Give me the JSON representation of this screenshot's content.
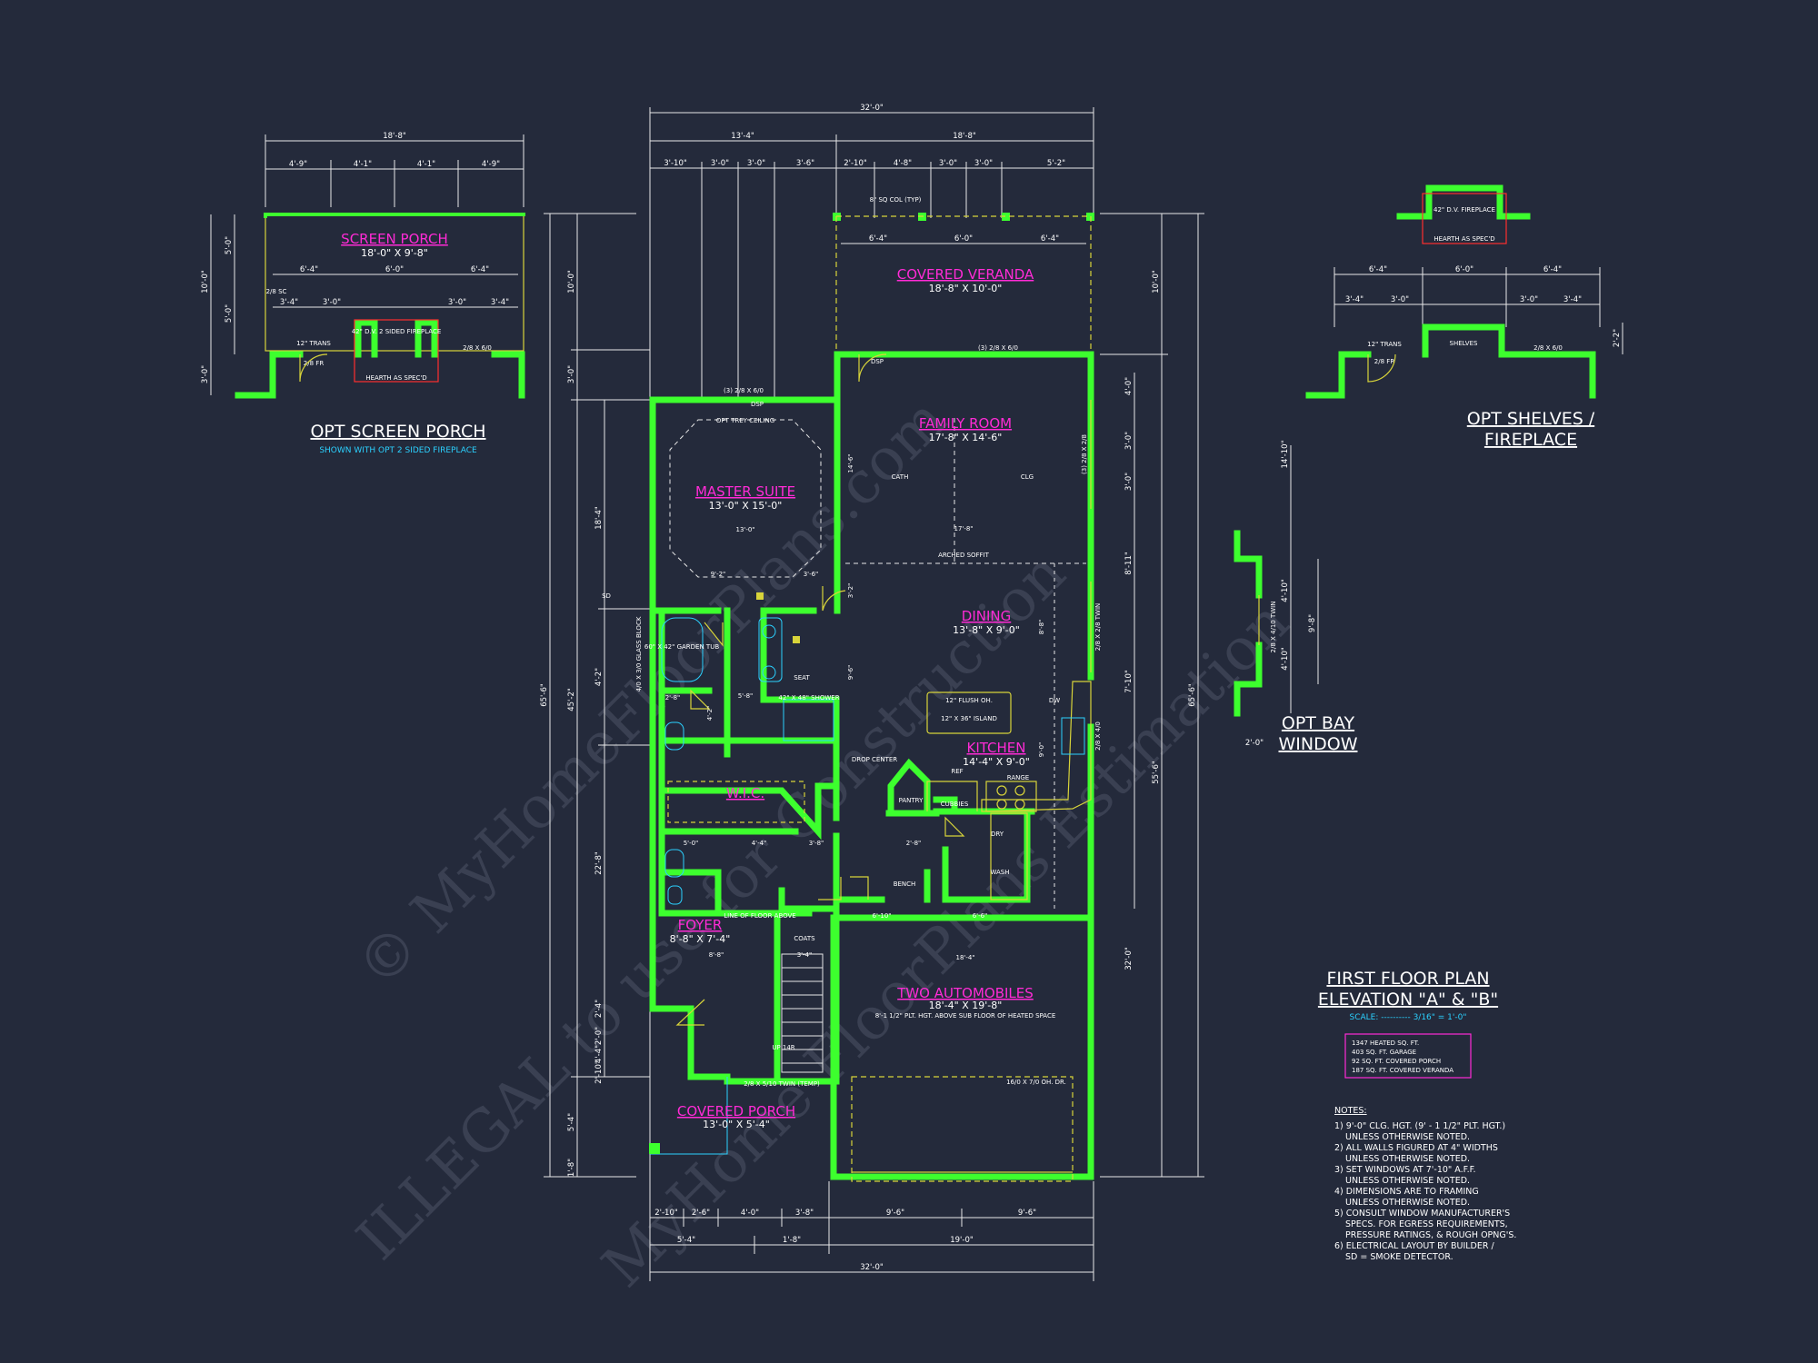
{
  "watermark": [
    "© MyHomeFloorPlans.com",
    "ILLEGAL to use for Construction",
    "MyHome FloorPlans Estimation"
  ],
  "colors": {
    "background": "#242a3b",
    "walls": "#3dff2e",
    "room_labels": "#ff2bd6",
    "dims": "#ffffff",
    "fixtures": "#2bd1ff",
    "cabinets": "#d8d43a",
    "fireplace": "#ff2e2e"
  },
  "screen_porch": {
    "title": "OPT SCREEN PORCH",
    "subtitle": "SHOWN WITH OPT 2 SIDED FIREPLACE",
    "room_name": "SCREEN PORCH",
    "room_size": "18'-0\" X 9'-8\"",
    "overall_dim": "18'-8\"",
    "dims_top": [
      "4'-9\"",
      "4'-1\"",
      "4'-1\"",
      "4'-9\""
    ],
    "dims_inner": [
      "6'-4\"",
      "6'-0\"",
      "6'-4\""
    ],
    "dims_inner2": [
      "3'-4\"",
      "3'-0\"",
      "3'-0\"",
      "3'-4\""
    ],
    "dims_left": [
      "10'-0\"",
      "5'-0\"",
      "5'-0\"",
      "3'-0\""
    ],
    "fireplace": "42\" D.V. 2 SIDED FIREPLACE",
    "hearth": "HEARTH AS SPEC'D",
    "door_sc": "2/8 SC",
    "trans": "12\" TRANS",
    "door_fr": "2/8 FR",
    "window": "2/8 X 6/0"
  },
  "shelves": {
    "title_line1": "OPT SHELVES /",
    "title_line2": "FIREPLACE",
    "fireplace": "42\" D.V. FIREPLACE",
    "hearth": "HEARTH AS SPEC'D",
    "shelves": "SHELVES",
    "dims_top": [
      "6'-4\"",
      "6'-0\"",
      "6'-4\""
    ],
    "dims_inner": [
      "3'-4\"",
      "3'-0\"",
      "3'-0\"",
      "3'-4\""
    ],
    "dim_right": "2'-2\"",
    "trans": "12\" TRANS",
    "door_fr": "2/8 FR",
    "window": "2/8 X 6/0"
  },
  "bay": {
    "title_line1": "OPT BAY",
    "title_line2": "WINDOW",
    "dims": [
      "14'-10\"",
      "4'-10\"",
      "9'-8\"",
      "4'-10\"",
      "2'-0\""
    ],
    "window": "2/8 X 4/10 TWIN"
  },
  "main": {
    "overall_top": "32'-0\"",
    "top_split": [
      "13'-4\"",
      "18'-8\""
    ],
    "top_dims": [
      "3'-10\"",
      "3'-0\"",
      "3'-0\"",
      "3'-6\"",
      "2'-10\"",
      "4'-8\"",
      "3'-0\"",
      "3'-0\"",
      "5'-2\""
    ],
    "bottom_dims": [
      "2'-10\"",
      "2'-6\"",
      "4'-0\"",
      "3'-8\"",
      "9'-6\"",
      "9'-6\""
    ],
    "bottom_split": [
      "5'-4\"",
      "1'-8\"",
      "19'-0\""
    ],
    "overall_bottom": "32'-0\"",
    "left_overall": "65'-6\"",
    "left_mid": "45'-2\"",
    "left_dims": [
      "10'-0\"",
      "3'-0\"",
      "18'-4\"",
      "4'-2\"",
      "22'-8\"",
      "4'-4\"",
      "5'-4\"",
      "1'-8\""
    ],
    "left_inner": [
      "2'-0\"",
      "2'-10\"",
      "2'-4\""
    ],
    "right_overall": "65'-6\"",
    "right_mid": "55'-6\"",
    "right_dims": [
      "10'-0\"",
      "4'-0\"",
      "3'-0\"",
      "3'-0\"",
      "8'-11\"",
      "7'-10\"",
      "32'-0\""
    ],
    "col_note": "8\" SQ COL (TYP)",
    "veranda_dims": [
      "6'-4\"",
      "6'-0\"",
      "6'-4\""
    ],
    "rooms": {
      "veranda": {
        "name": "COVERED VERANDA",
        "size": "18'-8\" X 10'-0\""
      },
      "family": {
        "name": "FAMILY ROOM",
        "size": "17'-8\" X 14'-6\""
      },
      "master": {
        "name": "MASTER SUITE",
        "size": "13'-0\" X 15'-0\""
      },
      "dining": {
        "name": "DINING",
        "size": "13'-8\" X 9'-0\""
      },
      "kitchen": {
        "name": "KITCHEN",
        "size": "14'-4\" X 9'-0\""
      },
      "wic": {
        "name": "W.I.C."
      },
      "foyer": {
        "name": "FOYER",
        "size": "8'-8\" X 7'-4\""
      },
      "garage": {
        "name": "TWO AUTOMOBILES",
        "size": "18'-4\" X 19'-8\"",
        "note": "8'-1 1/2\" PLT. HGT. ABOVE SUB FLOOR OF HEATED SPACE"
      },
      "porch": {
        "name": "COVERED PORCH",
        "size": "13'-0\" X 5'-4\""
      }
    },
    "labels": {
      "trey": "OPT TREY CEILING",
      "cath": "CATH",
      "clg": "CLG",
      "arched": "ARCHED SOFFIT",
      "tub": "60\" X 42\" GARDEN TUB",
      "shower": "42\" X 48\" SHOWER",
      "seat": "SEAT",
      "island": "12\" X 36\" ISLAND",
      "flush": "12\" FLUSH OH.",
      "drop": "DROP CENTER",
      "pantry": "PANTRY",
      "cubbies": "CUBBIES",
      "range": "RANGE",
      "ref": "REF",
      "dw": "DW",
      "dry": "DRY",
      "wash": "WASH",
      "bench": "BENCH",
      "coats": "COATS",
      "line_floor": "LINE OF FLOOR ABOVE",
      "up": "UP 14R",
      "garage_door": "16/0 X 7/0 OH. DR.",
      "front_door": "2/8 X 5/10 TWIN (TEMP)",
      "glass_block": "4/0 X 3/0 GLASS BLOCK",
      "sd": "SD",
      "dsp": "DSP",
      "master_window": "(3) 2/8 X 6/0",
      "family_window": "(3) 2/8 X 6/0",
      "side_window": "(3) 2/8 X 2/8",
      "dining_window": "2/8 X 2/8 TWIN",
      "kitchen_window": "2/8 X 4/0",
      "dim_13": "13'-0\"",
      "dim_178": "17'-8\"",
      "dim_92": "9'-2\"",
      "dim_36": "3'-6\"",
      "dim_58": "5'-8\"",
      "dim_28": "2'-8\"",
      "dim_34": "3'-4\"",
      "dim_50": "5'-0\"",
      "dim_44": "4'-4\"",
      "dim_38": "3'-8\"",
      "dim_610": "6'-10\"",
      "dim_66": "6'-6\"",
      "dim_184": "18'-4\"",
      "dim_86": "8'-8\"",
      "dim_146": "14'-6\"",
      "dim_32": "3'-2\"",
      "dim_88": "8'-8\"",
      "dim_96": "9'-6\"",
      "dim_90": "9'-0\"",
      "dim_42": "4'-2\""
    }
  },
  "title_block": {
    "line1": "FIRST FLOOR PLAN",
    "line2": "ELEVATION \"A\" & \"B\"",
    "scale": "SCALE: ---------- 3/16\" = 1'-0\"",
    "areas": [
      "1347 HEATED SQ. FT.",
      "403 SQ. FT. GARAGE",
      "92 SQ. FT. COVERED PORCH",
      "187 SQ. FT. COVERED VERANDA"
    ]
  },
  "notes": {
    "heading": "NOTES:",
    "items": [
      "1) 9'-0\" CLG. HGT. (9' - 1 1/2\" PLT. HGT.)",
      "UNLESS OTHERWISE NOTED.",
      "2) ALL WALLS FIGURED AT 4\" WIDTHS",
      "UNLESS OTHERWISE NOTED.",
      "3) SET WINDOWS AT 7'-10\" A.F.F.",
      "UNLESS OTHERWISE NOTED.",
      "4) DIMENSIONS ARE TO FRAMING",
      "UNLESS OTHERWISE NOTED.",
      "5) CONSULT WINDOW MANUFACTURER'S",
      "SPECS. FOR EGRESS REQUIREMENTS,",
      "PRESSURE RATINGS, & ROUGH OPNG'S.",
      "6) ELECTRICAL LAYOUT BY BUILDER /",
      "SD = SMOKE DETECTOR."
    ]
  }
}
